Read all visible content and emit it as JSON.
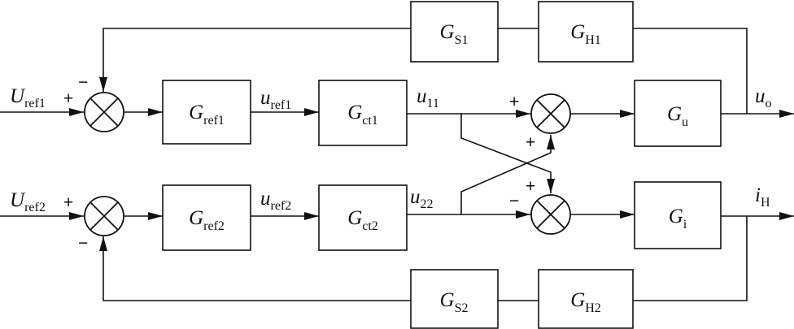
{
  "blocks": {
    "gs1": {
      "base": "G",
      "sub": "S1"
    },
    "gh1": {
      "base": "G",
      "sub": "H1"
    },
    "gref1": {
      "base": "G",
      "sub": "ref1"
    },
    "gct1": {
      "base": "G",
      "sub": "ct1"
    },
    "gu": {
      "base": "G",
      "sub": "u"
    },
    "gref2": {
      "base": "G",
      "sub": "ref2"
    },
    "gct2": {
      "base": "G",
      "sub": "ct2"
    },
    "gi": {
      "base": "G",
      "sub": "i"
    },
    "gs2": {
      "base": "G",
      "sub": "S2"
    },
    "gh2": {
      "base": "G",
      "sub": "H2"
    }
  },
  "signals": {
    "uref1_in": {
      "base": "U",
      "sub": "ref1"
    },
    "uref2_in": {
      "base": "U",
      "sub": "ref2"
    },
    "uref1": {
      "base": "u",
      "sub": "ref1"
    },
    "uref2": {
      "base": "u",
      "sub": "ref2"
    },
    "u11": {
      "base": "u",
      "sub": "11"
    },
    "u22": {
      "base": "u",
      "sub": "22"
    },
    "uo": {
      "base": "u",
      "sub": "o"
    },
    "iH": {
      "base": "i",
      "sub": "H"
    }
  },
  "signs": {
    "s1_in": "+",
    "s1_fb": "−",
    "s2_in": "+",
    "s2_fb": "−",
    "s3_main": "+",
    "s3_cross": "+",
    "s4_main": "−",
    "s4_cross": "+"
  }
}
